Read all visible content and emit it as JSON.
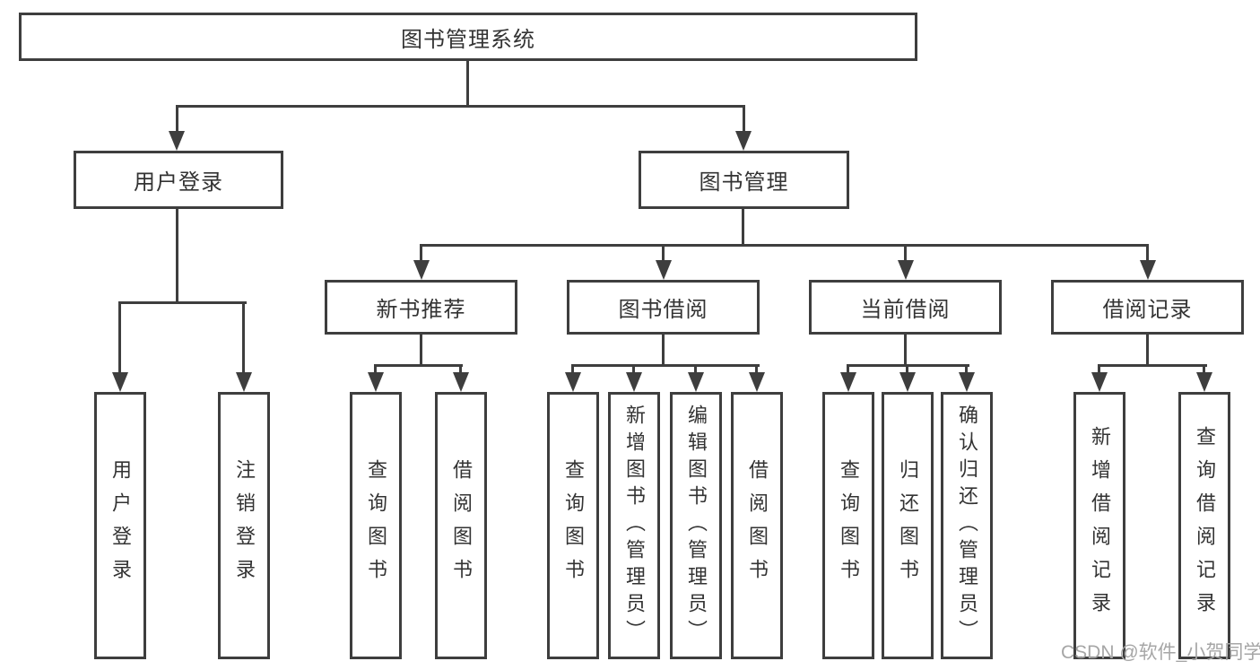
{
  "theme": {
    "line-color": "#3e3e3e",
    "box-border-color": "#3e3e3e",
    "box-bg": "#ffffff",
    "text-color": "#333333",
    "watermark-color": "#a6a6a6",
    "canvas-bg": "#ffffff"
  },
  "diagram": {
    "type": "tree",
    "root": {
      "label": "图书管理系统"
    },
    "level2": [
      {
        "label": "用户登录"
      },
      {
        "label": "图书管理"
      }
    ],
    "level3": [
      {
        "label": "新书推荐"
      },
      {
        "label": "图书借阅"
      },
      {
        "label": "当前借阅"
      },
      {
        "label": "借阅记录"
      }
    ],
    "leaves": {
      "user_login": [
        {
          "label": "用户登录"
        },
        {
          "label": "注销登录"
        }
      ],
      "new_book_recommendation": [
        {
          "label": "查询图书"
        },
        {
          "label": "借阅图书"
        }
      ],
      "book_borrowing": [
        {
          "label": "查询图书"
        },
        {
          "label": "新增图书（管理员）"
        },
        {
          "label": "编辑图书（管理员）"
        },
        {
          "label": "借阅图书"
        }
      ],
      "current_borrowing": [
        {
          "label": "查询图书"
        },
        {
          "label": "归还图书"
        },
        {
          "label": "确认归还（管理员）"
        }
      ],
      "borrowing_records": [
        {
          "label": "新增借阅记录"
        },
        {
          "label": "查询借阅记录"
        }
      ]
    }
  },
  "watermark": {
    "text": "CSDN @软件_小贺同学"
  }
}
